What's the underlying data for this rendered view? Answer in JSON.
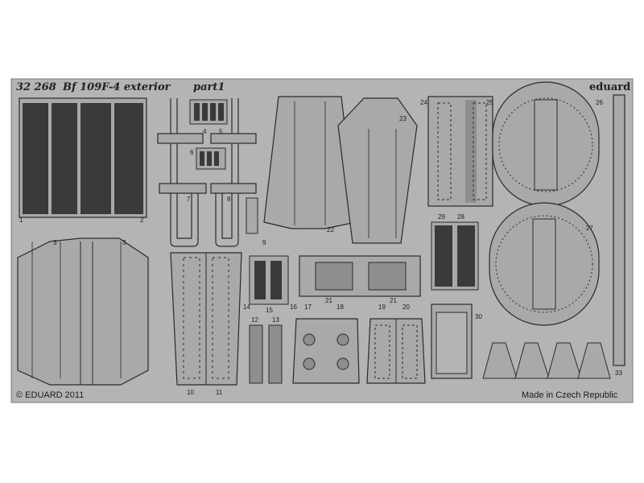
{
  "sheet": {
    "code": "32 268",
    "title": "Bf 109F-4 exterior",
    "part": "part1",
    "brand": "eduard",
    "copyright": "© EDUARD 2011",
    "origin": "Made in Czech Republic"
  },
  "part_numbers": [
    "1",
    "2",
    "3",
    "3",
    "4",
    "5",
    "6",
    "7",
    "8",
    "9",
    "10",
    "11",
    "12",
    "13",
    "14",
    "15",
    "16",
    "17",
    "18",
    "19",
    "20",
    "21",
    "21",
    "22",
    "23",
    "24",
    "25",
    "26",
    "27",
    "28",
    "29",
    "30",
    "33"
  ],
  "colors": {
    "fret": "#b4b4b4",
    "part": "#a9a9a9",
    "part_dark": "#8e8e8e",
    "outline": "#2a2a2a",
    "grille": "#3a3a3a",
    "background": "#ffffff"
  }
}
